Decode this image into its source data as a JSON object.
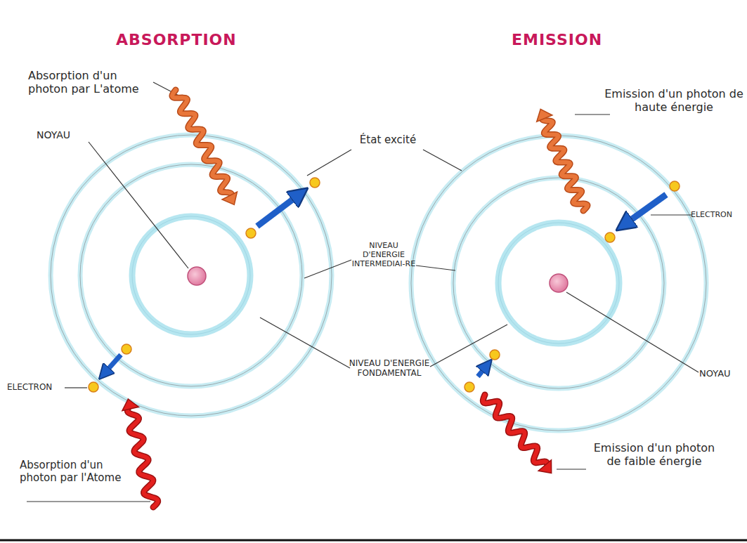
{
  "diagram": {
    "labels": [
      "ABSORPTION",
      "EMISSION",
      "Absorption d'un photon par L'atome",
      "NOYAU",
      "État excité",
      "NIVEAU D'ENERGIE INTERMEDIAI-RE",
      "NIVEAU D'ENERGIE FONDAMENTAL",
      "ELECTRON",
      "Absorption d'un photon par l'Atome",
      "Emission d'un photon de haute énergie",
      "ELECTRON",
      "NOYAU",
      "Emission d'un photon de faible énergie"
    ]
  }
}
